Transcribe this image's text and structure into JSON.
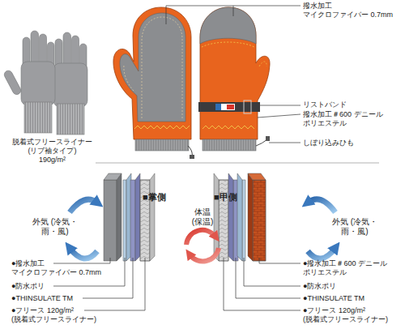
{
  "diagram": {
    "labels": [
      "撥水加工 マイクロファイバー 0.7mm",
      "リストバンド",
      "撥水加工＃600 デニール ポリエステル",
      "しぼり込みひも",
      "脱着式フリースライナー (リブ袖タイプ) 190g/m²",
      "■掌側",
      "■甲側",
      "体温 (保温)",
      "外気 (冷気・雨・風)",
      "外気 (冷気・雨・風)",
      "●撥水加工 マイクロファイバー 0.7mm",
      "●防水ポリ",
      "●THINSULATE TM",
      "●フリース 120g/m² (脱着式フリースライナー)",
      "●撥水加工＃600 デニール ポリエステル",
      "●防水ポリ",
      "●THINSULATE TM",
      "●フリース 120g/m² (脱着式フリースライナー)"
    ]
  }
}
